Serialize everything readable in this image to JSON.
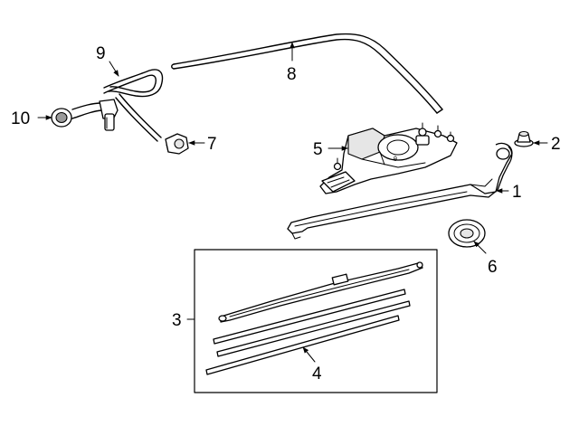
{
  "callouts": [
    {
      "id": "1",
      "label": "1"
    },
    {
      "id": "2",
      "label": "2"
    },
    {
      "id": "3",
      "label": "3"
    },
    {
      "id": "4",
      "label": "4"
    },
    {
      "id": "5",
      "label": "5"
    },
    {
      "id": "6",
      "label": "6"
    },
    {
      "id": "7",
      "label": "7"
    },
    {
      "id": "8",
      "label": "8"
    },
    {
      "id": "9",
      "label": "9"
    },
    {
      "id": "10",
      "label": "10"
    }
  ],
  "colors": {
    "line": "#000000",
    "background": "#ffffff",
    "shade": "#e6e6e6"
  }
}
